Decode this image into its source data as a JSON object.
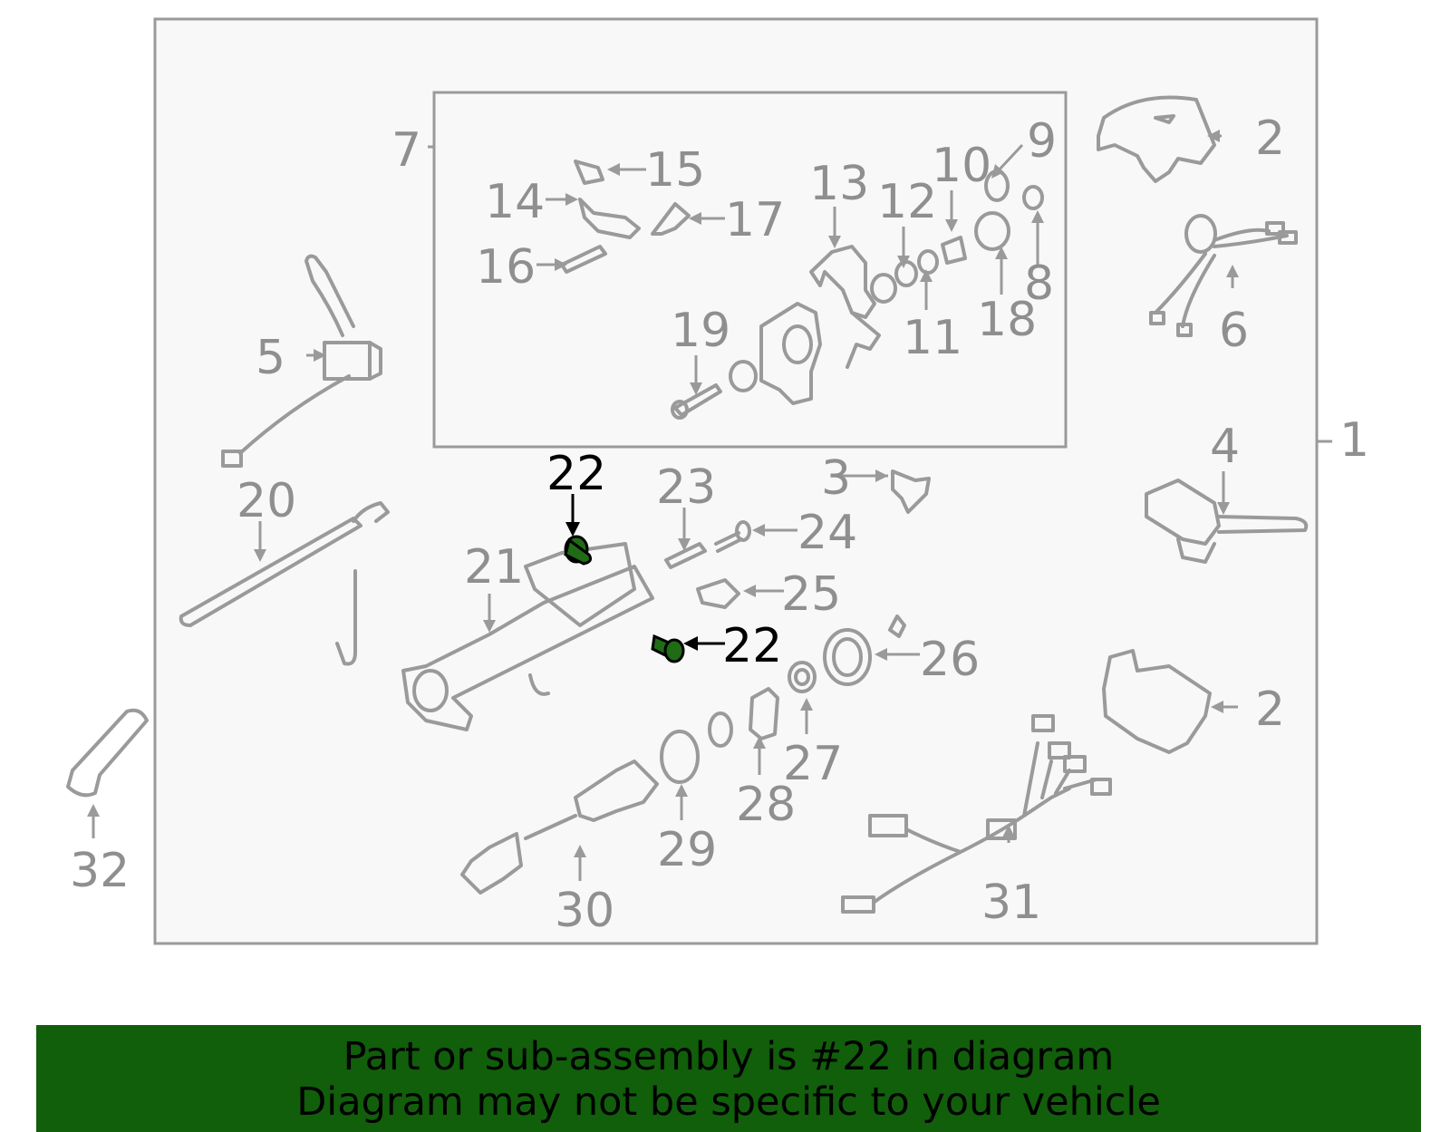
{
  "diagram": {
    "callouts": {
      "c1": "1",
      "c2a": "2",
      "c2b": "2",
      "c3": "3",
      "c4": "4",
      "c5": "5",
      "c6": "6",
      "c7": "7",
      "c8": "8",
      "c9": "9",
      "c10": "10",
      "c11": "11",
      "c12": "12",
      "c13": "13",
      "c14": "14",
      "c15": "15",
      "c16": "16",
      "c17": "17",
      "c18": "18",
      "c19": "19",
      "c20": "20",
      "c21": "21",
      "c22a": "22",
      "c22b": "22",
      "c23": "23",
      "c24": "24",
      "c25": "25",
      "c26": "26",
      "c27": "27",
      "c28": "28",
      "c29": "29",
      "c30": "30",
      "c31": "31",
      "c32": "32"
    },
    "highlight_color": "#115e0b",
    "line_color": "#9a9a9a"
  },
  "banner": {
    "line1": "Part or sub-assembly is #22 in diagram",
    "line2": "Diagram may not be specific to your vehicle",
    "color": "#115e0b"
  }
}
